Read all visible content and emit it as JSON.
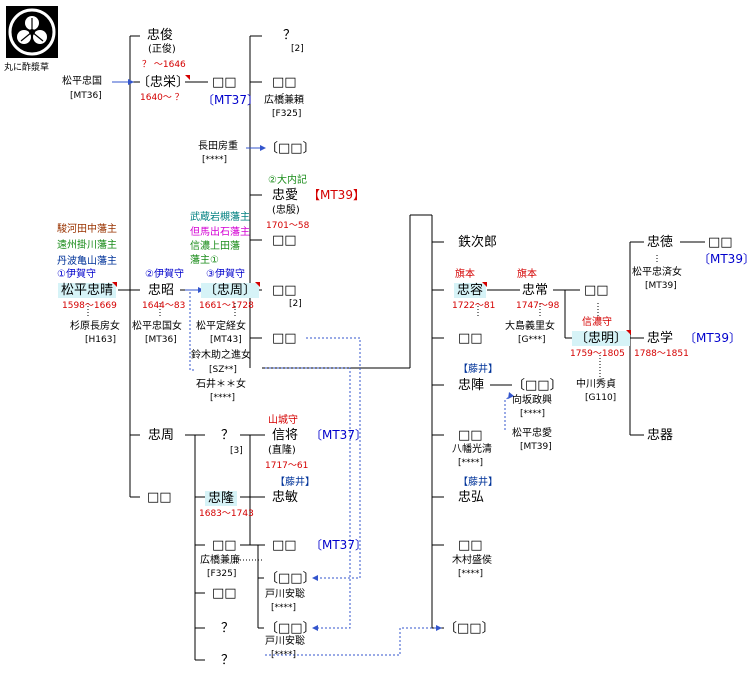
{
  "crest": {
    "caption": "丸に酢漿草"
  },
  "col1": {
    "matsudaira_tadakuni": {
      "name": "松平忠国",
      "ref": "[MT36]"
    },
    "fiefs": [
      "駿河田中藩主",
      "遠州掛川藩主",
      "丹波亀山藩主"
    ],
    "title": "①伊賀守",
    "tadaharu": {
      "name": "松平忠晴",
      "years": "1598〜1669"
    },
    "wife": {
      "name": "杉原長房女",
      "ref": "[H163]"
    }
  },
  "col2": {
    "tadatoshi": {
      "name": "忠俊",
      "alias": "(正俊)",
      "years": "？ 〜1646"
    },
    "tadahide": {
      "name": "〔忠栄〕",
      "years": "1640〜 ？"
    },
    "title": "②伊賀守",
    "tadaaki": {
      "name": "忠昭",
      "years": "1644〜83"
    },
    "wife": {
      "name": "松平忠国女",
      "ref": "[MT36]"
    },
    "tadachika": {
      "name": "忠周"
    },
    "unknown": {
      "name": "□□"
    }
  },
  "col3": {
    "unknown1": {
      "name": "□□",
      "mt": "〔MT37〕"
    },
    "nagata": {
      "name": "長田房重",
      "ref": "[****]"
    },
    "fiefs": [
      "武蔵岩槻藩主",
      "但馬出石藩主",
      "信濃上田藩",
      "藩主①"
    ],
    "title": "③伊賀守",
    "tadachika": {
      "name": "〔忠周〕",
      "years": "1661〜1728"
    },
    "wife1": {
      "name": "松平定経女",
      "ref": "[MT43]"
    },
    "wife2": {
      "name": "鈴木助之進女",
      "ref": "[SZ**]"
    },
    "wife3": {
      "name": "石井＊＊女",
      "ref": "[****]"
    },
    "unknown_q": {
      "name": "？",
      "ref": "[3]"
    },
    "tadataka": {
      "name": "忠隆",
      "years": "1683〜1743"
    },
    "hashiba": {
      "name": "□□"
    },
    "hashiba_spouse": {
      "name": "広橋兼廉",
      "ref": "[F325]"
    },
    "empty": {
      "name": "□□"
    },
    "q1": {
      "name": "？"
    },
    "q2": {
      "name": "？"
    }
  },
  "col4": {
    "q_top": {
      "name": "？",
      "ref": "[2]"
    },
    "unk_a": {
      "name": "□□",
      "spouse": "広橋兼頼",
      "ref": "[F325]"
    },
    "box_a": {
      "name": "〔□□〕"
    },
    "title_a": "②大内記",
    "tadayoshi": {
      "name": "忠愛",
      "alias": "(忠殷)",
      "years": "1701〜58",
      "mt": "【MT39】"
    },
    "unk_b": {
      "name": "□□"
    },
    "unk_c": {
      "name": "□□",
      "ref": "[2]"
    },
    "unk_d": {
      "name": "□□"
    },
    "title_b": "山城守",
    "nobuyuki": {
      "name": "信将",
      "alias": "(直隆)",
      "years": "1717〜61",
      "mt": "〔MT37〕"
    },
    "fujii": "【藤井】",
    "tadatoshi2": {
      "name": "忠敏"
    },
    "unk_e": {
      "name": "□□",
      "mt": "〔MT37〕"
    },
    "box_b": {
      "name": "〔□□〕",
      "spouse": "戸川安聡",
      "ref": "[****]"
    },
    "box_c": {
      "name": "〔□□〕",
      "spouse": "戸川安聡",
      "ref": "[****]"
    }
  },
  "col5": {
    "tetsujiro": {
      "name": "鉄次郎"
    },
    "title": "旗本",
    "tadakata": {
      "name": "忠容",
      "years": "1722〜81"
    },
    "unk_a": {
      "name": "□□"
    },
    "fujii1": "【藤井】",
    "tadatsura": {
      "name": "忠陣"
    },
    "unk_b": {
      "name": "□□",
      "spouse": "八幡光清",
      "ref": "[****]"
    },
    "fujii2": "【藤井】",
    "tadahiro": {
      "name": "忠弘"
    },
    "unk_c": {
      "name": "□□",
      "spouse": "木村盛侯",
      "ref": "[****]"
    },
    "box": {
      "name": "〔□□〕"
    }
  },
  "col6": {
    "title": "旗本",
    "tadatsune": {
      "name": "忠常",
      "years": "1747〜98"
    },
    "wife": {
      "name": "大島義里女",
      "ref": "[G***]"
    },
    "box": {
      "name": "〔□□〕",
      "spouse": "向坂政興",
      "ref": "[****]"
    },
    "spouse2": {
      "name": "松平忠愛",
      "ref": "[MT39]"
    }
  },
  "col7": {
    "unk": {
      "name": "□□"
    },
    "title": "信濃守",
    "tadaakira": {
      "name": "〔忠明〕",
      "years": "1759〜1805"
    },
    "wife": {
      "name": "中川秀貞",
      "ref": "[G110]"
    }
  },
  "col8": {
    "tadanori": {
      "name": "忠徳",
      "wife": "松平忠済女",
      "ref": "[MT39]"
    },
    "unk": {
      "name": "□□",
      "mt": "〔MT39〕"
    },
    "tadanori2": {
      "name": "忠学",
      "years": "1788〜1851",
      "mt": "〔MT39〕"
    },
    "tadaki": {
      "name": "忠器"
    }
  },
  "colors": {
    "red": "#d40000",
    "blue": "#0000cc",
    "highlight": "#d6f3f7"
  }
}
